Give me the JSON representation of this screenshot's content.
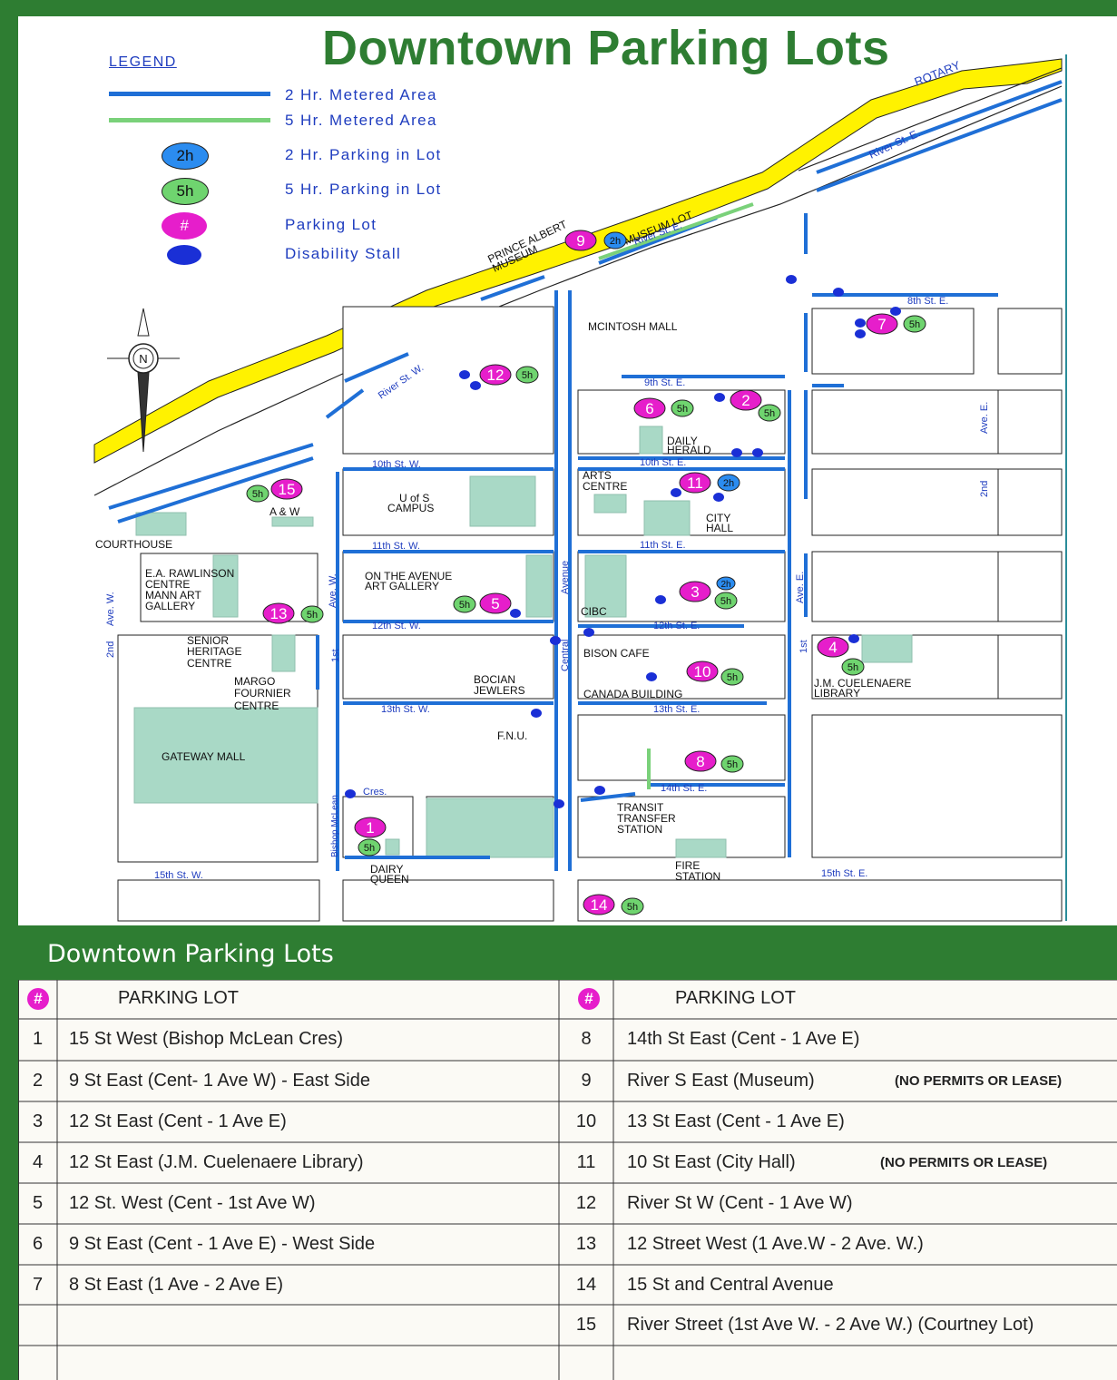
{
  "map": {
    "title": "Downtown Parking Lots",
    "legend": {
      "heading": "LEGEND",
      "items": [
        {
          "label": "2 Hr. Metered Area"
        },
        {
          "label": "5 Hr. Metered Area"
        },
        {
          "label": "2 Hr. Parking in Lot",
          "marker_text": "2h"
        },
        {
          "label": "5 Hr. Parking in Lot",
          "marker_text": "5h"
        },
        {
          "label": "Parking Lot",
          "marker_text": "#"
        },
        {
          "label": "Disability Stall"
        }
      ]
    },
    "street_labels": [
      "River St. E.",
      "ROTARY",
      "River St. E.",
      "River St. W.",
      "8th St. E.",
      "9th St. E.",
      "10th St. W.",
      "10th St. E.",
      "11th St. W.",
      "11th St. E.",
      "12th St. W.",
      "12th St. E.",
      "13th St. W.",
      "13th St. E.",
      "14th St. E.",
      "15th St. W.",
      "15th St. E.",
      "Ave. W.",
      "Ave. W.",
      "2nd",
      "1st",
      "Central",
      "Avenue",
      "Ave. E.",
      "1st",
      "2nd",
      "Ave. E.",
      "Cres.",
      "Bishop McLean"
    ],
    "place_labels": [
      "PRINCE ALBERT",
      "MUSEUM",
      "MUSEUM LOT",
      "MCINTOSH MALL",
      "DAILY",
      "HERALD",
      "ARTS",
      "CENTRE",
      "CITY",
      "HALL",
      "U of S",
      "CAMPUS",
      "A & W",
      "COURTHOUSE",
      "E.A. RAWLINSON",
      "CENTRE",
      "MANN ART",
      "GALLERY",
      "ON THE AVENUE",
      "ART GALLERY",
      "CIBC",
      "SENIOR",
      "HERITAGE",
      "CENTRE",
      "MARGO",
      "FOURNIER",
      "CENTRE",
      "BOCIAN",
      "JEWLERS",
      "BISON CAFE",
      "CANADA BUILDING",
      "J.M. CUELENAERE",
      "LIBRARY",
      "F.N.U.",
      "GATEWAY MALL",
      "TRANSIT",
      "TRANSFER",
      "STATION",
      "FIRE",
      "STATION",
      "DAIRY",
      "QUEEN"
    ],
    "lot_markers": [
      {
        "lot": "1",
        "time": "5h"
      },
      {
        "lot": "2",
        "time": "5h"
      },
      {
        "lot": "3",
        "time": "5h",
        "time2": "2h"
      },
      {
        "lot": "4",
        "time": "5h"
      },
      {
        "lot": "5",
        "time": "5h"
      },
      {
        "lot": "6",
        "time": "5h"
      },
      {
        "lot": "7",
        "time": "5h"
      },
      {
        "lot": "8",
        "time": "5h"
      },
      {
        "lot": "9",
        "time": "2h"
      },
      {
        "lot": "10",
        "time": "5h"
      },
      {
        "lot": "11",
        "time": "2h"
      },
      {
        "lot": "12",
        "time": "5h"
      },
      {
        "lot": "13",
        "time": "5h"
      },
      {
        "lot": "14",
        "time": "5h"
      },
      {
        "lot": "15",
        "time": "5h"
      }
    ],
    "compass_letter": "N"
  },
  "table": {
    "title": "Downtown Parking Lots",
    "hash_symbol": "#",
    "header_label": "PARKING LOT",
    "left_rows": [
      {
        "num": "1",
        "name": "15 St West (Bishop McLean Cres)"
      },
      {
        "num": "2",
        "name": "9 St East (Cent- 1 Ave W) - East Side"
      },
      {
        "num": "3",
        "name": "12 St East (Cent - 1 Ave E)"
      },
      {
        "num": "4",
        "name": "12 St East (J.M. Cuelenaere Library)"
      },
      {
        "num": "5",
        "name": "12 St. West (Cent - 1st Ave W)"
      },
      {
        "num": "6",
        "name": "9 St East (Cent - 1 Ave E) - West Side"
      },
      {
        "num": "7",
        "name": "8 St East (1 Ave - 2 Ave E)"
      },
      {
        "num": "",
        "name": ""
      }
    ],
    "right_rows": [
      {
        "num": "8",
        "name": "14th St East (Cent - 1 Ave E)",
        "note": ""
      },
      {
        "num": "9",
        "name": "River S East (Museum)",
        "note": "(NO PERMITS OR LEASE)"
      },
      {
        "num": "10",
        "name": "13 St East (Cent - 1 Ave E)",
        "note": ""
      },
      {
        "num": "11",
        "name": "10 St East (City Hall)",
        "note": "(NO PERMITS OR LEASE)"
      },
      {
        "num": "12",
        "name": "River St W (Cent - 1 Ave W)",
        "note": ""
      },
      {
        "num": "13",
        "name": "12 Street West (1 Ave.W - 2 Ave. W.)",
        "note": ""
      },
      {
        "num": "14",
        "name": "15 St and Central Avenue",
        "note": ""
      },
      {
        "num": "15",
        "name": "River Street (1st Ave W. - 2 Ave W.) (Courtney Lot)",
        "note": ""
      }
    ]
  },
  "colors": {
    "brand_green": "#2e7d32",
    "metered_2h": "#1f6fd6",
    "metered_5h": "#7ad17a",
    "lot_magenta": "#e61ecb",
    "lot_5h_green": "#6fd46f",
    "lot_2h_blue": "#2b8cf0",
    "disability_blue": "#1a2fd6",
    "river_yellow": "#fff200",
    "building_fill": "#a9d9c6"
  }
}
